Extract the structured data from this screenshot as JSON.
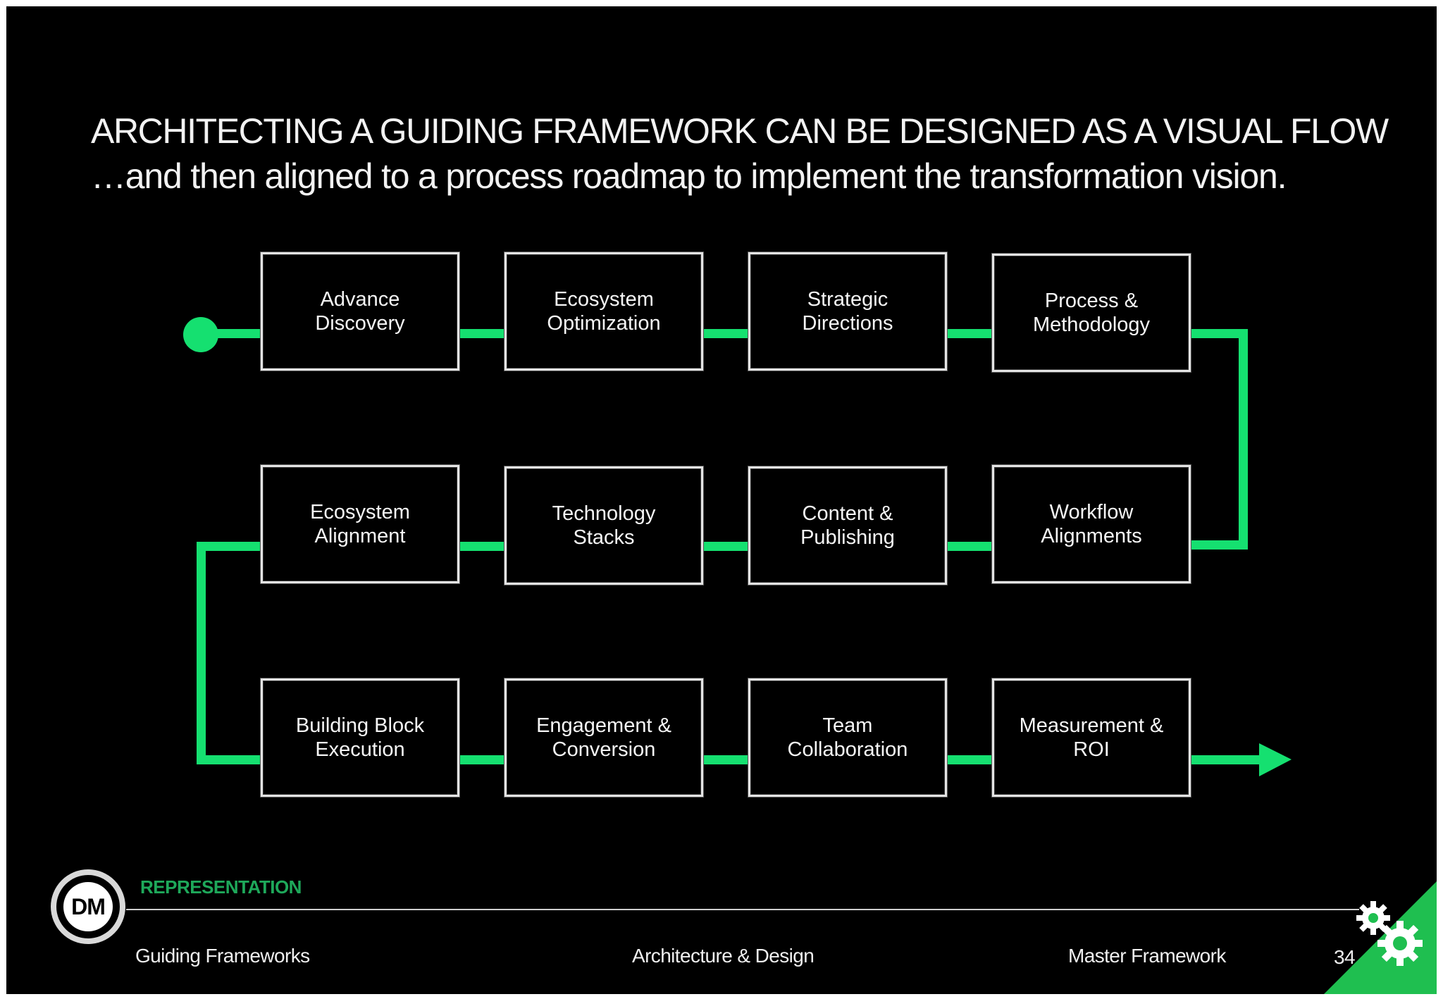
{
  "heading": {
    "title": "ARCHITECTING A GUIDING FRAMEWORK CAN BE DESIGNED AS A VISUAL FLOW",
    "subtitle": "…and then aligned to a process roadmap to implement the transformation vision."
  },
  "flow": {
    "accent_color": "#15e070",
    "steps": [
      {
        "label": "Advance\nDiscovery"
      },
      {
        "label": "Ecosystem\nOptimization"
      },
      {
        "label": "Strategic\nDirections"
      },
      {
        "label": "Process &\nMethodology"
      },
      {
        "label": "Ecosystem\nAlignment"
      },
      {
        "label": "Technology\nStacks"
      },
      {
        "label": "Content &\nPublishing"
      },
      {
        "label": "Workflow\nAlignments"
      },
      {
        "label": "Building Block\nExecution"
      },
      {
        "label": "Engagement &\nConversion"
      },
      {
        "label": "Team\nCollaboration"
      },
      {
        "label": "Measurement &\nROI"
      }
    ]
  },
  "footer": {
    "logo_text": "DM",
    "section_label": "REPRESENTATION",
    "left": "Guiding Frameworks",
    "center": "Architecture & Design",
    "right": "Master Framework",
    "page_number": "34",
    "corner_icon": "gears-icon"
  }
}
